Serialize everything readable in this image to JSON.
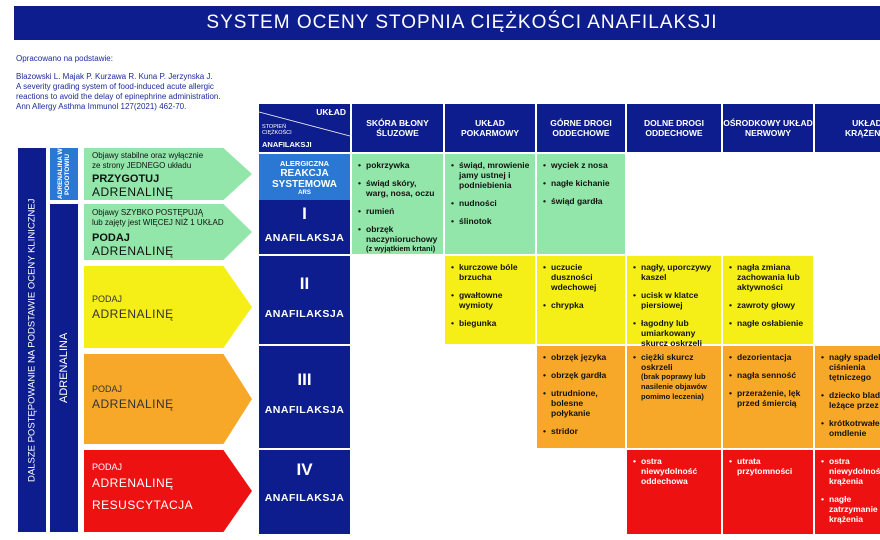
{
  "title": "SYSTEM  OCENY  STOPNIA  CIĘŻKOŚCI  ANAFILAKSJI",
  "source": {
    "intro": "Opracowano na podstawie:",
    "line1": "Blazowski L. Majak P. Kurzawa R. Kuna P. Jerzynska J.",
    "line2": "A severity grading system of food-induced acute allergic",
    "line3": "reactions to avoid the delay of epinephrine administration.",
    "line4": "Ann Allergy Asthma Immunol 127(2021) 462-70."
  },
  "left_bar": "DALSZE  POSTĘPOWANIE  NA  PODSTAWIE  OCENY  KLINICZNEJ",
  "adrenalina_pogotowie": "ADRENALINA W POGOTOWIU",
  "adrenalina": "ADRENALINA",
  "arrows": [
    {
      "t1": "Objawy stabilne oraz wyłącznie",
      "t1b": "ze strony JEDNEGO układu",
      "t2": "PRZYGOTUJ",
      "t3": "ADRENALINĘ"
    },
    {
      "t1": "Objawy SZYBKO POSTĘPUJĄ",
      "t1b": "lub zajęty jest  WIĘCEJ NIŻ 1 UKŁAD",
      "t2": "PODAJ",
      "t3": "ADRENALINĘ"
    },
    {
      "t2": "PODAJ",
      "t3": "ADRENALINĘ"
    },
    {
      "t2": "PODAJ",
      "t3": "ADRENALINĘ"
    },
    {
      "t2": "PODAJ",
      "t3": "ADRENALINĘ",
      "t4": "RESUSCYTACJA"
    }
  ],
  "corner": {
    "uklad": "UKŁAD",
    "stopien": "STOPIEŃ CIĘŻKOŚCI",
    "anafilaksji": "ANAFILAKSJI"
  },
  "headers": [
    "SKÓRA BŁONY ŚLUZOWE",
    "UKŁAD POKARMOWY",
    "GÓRNE DROGI ODDECHOWE",
    "DOLNE DROGI ODDECHOWE",
    "OŚRODKOWY UKŁAD NERWOWY",
    "UKŁAD KRĄŻENIA"
  ],
  "ars": {
    "l1": "ALERGICZNA",
    "l2": "REAKCJA",
    "l3": "SYSTEMOWA",
    "l4": "ARS"
  },
  "grades": [
    {
      "roman": "I",
      "name": "ANAFILAKSJA"
    },
    {
      "roman": "II",
      "name": "ANAFILAKSJA"
    },
    {
      "roman": "III",
      "name": "ANAFILAKSJA"
    },
    {
      "roman": "IV",
      "name": "ANAFILAKSJA"
    }
  ],
  "cells": {
    "skin": [
      "pokrzywka",
      "świąd skóry, warg, nosa, oczu",
      "rumień",
      "obrzęk naczynioruchowy",
      "(z wyjątkiem krtani)"
    ],
    "gi1": [
      "świąd, mrowienie jamy ustnej i podniebienia",
      "nudności",
      "ślinotok"
    ],
    "uaw1": [
      "wyciek z nosa",
      "nagłe kichanie",
      "świąd gardła"
    ],
    "gi2": [
      "kurczowe bóle brzucha",
      "gwałtowne wymioty",
      "biegunka"
    ],
    "uaw2": [
      "uczucie duszności wdechowej",
      "chrypka"
    ],
    "law2": [
      "nagły, uporczywy kaszel",
      "ucisk w klatce piersiowej",
      "łagodny lub umiarkowany skurcz oskrzeli"
    ],
    "cns2": [
      "nagła zmiana zachowania lub aktywności",
      "zawroty głowy",
      "nagłe osłabienie"
    ],
    "uaw3": [
      "obrzęk języka",
      "obrzęk gardła",
      "utrudnione, bolesne połykanie",
      "stridor"
    ],
    "law3": [
      "ciężki skurcz oskrzeli",
      "(brak poprawy lub nasilenie objawów pomimo leczenia)"
    ],
    "cns3": [
      "dezorientacja",
      "nagła senność",
      "przerażenie, lęk przed śmiercią"
    ],
    "cv3": [
      "nagły spadek ciśnienia tętniczego",
      "dziecko blade i leżące przez ręce",
      "krótkotrwałe omdlenie"
    ],
    "law4": [
      "ostra niewydolność oddechowa"
    ],
    "cns4": [
      "utrata przytomności"
    ],
    "cv4": [
      "ostra niewydolność krążenia",
      "nagłe zatrzymanie krążenia"
    ]
  }
}
